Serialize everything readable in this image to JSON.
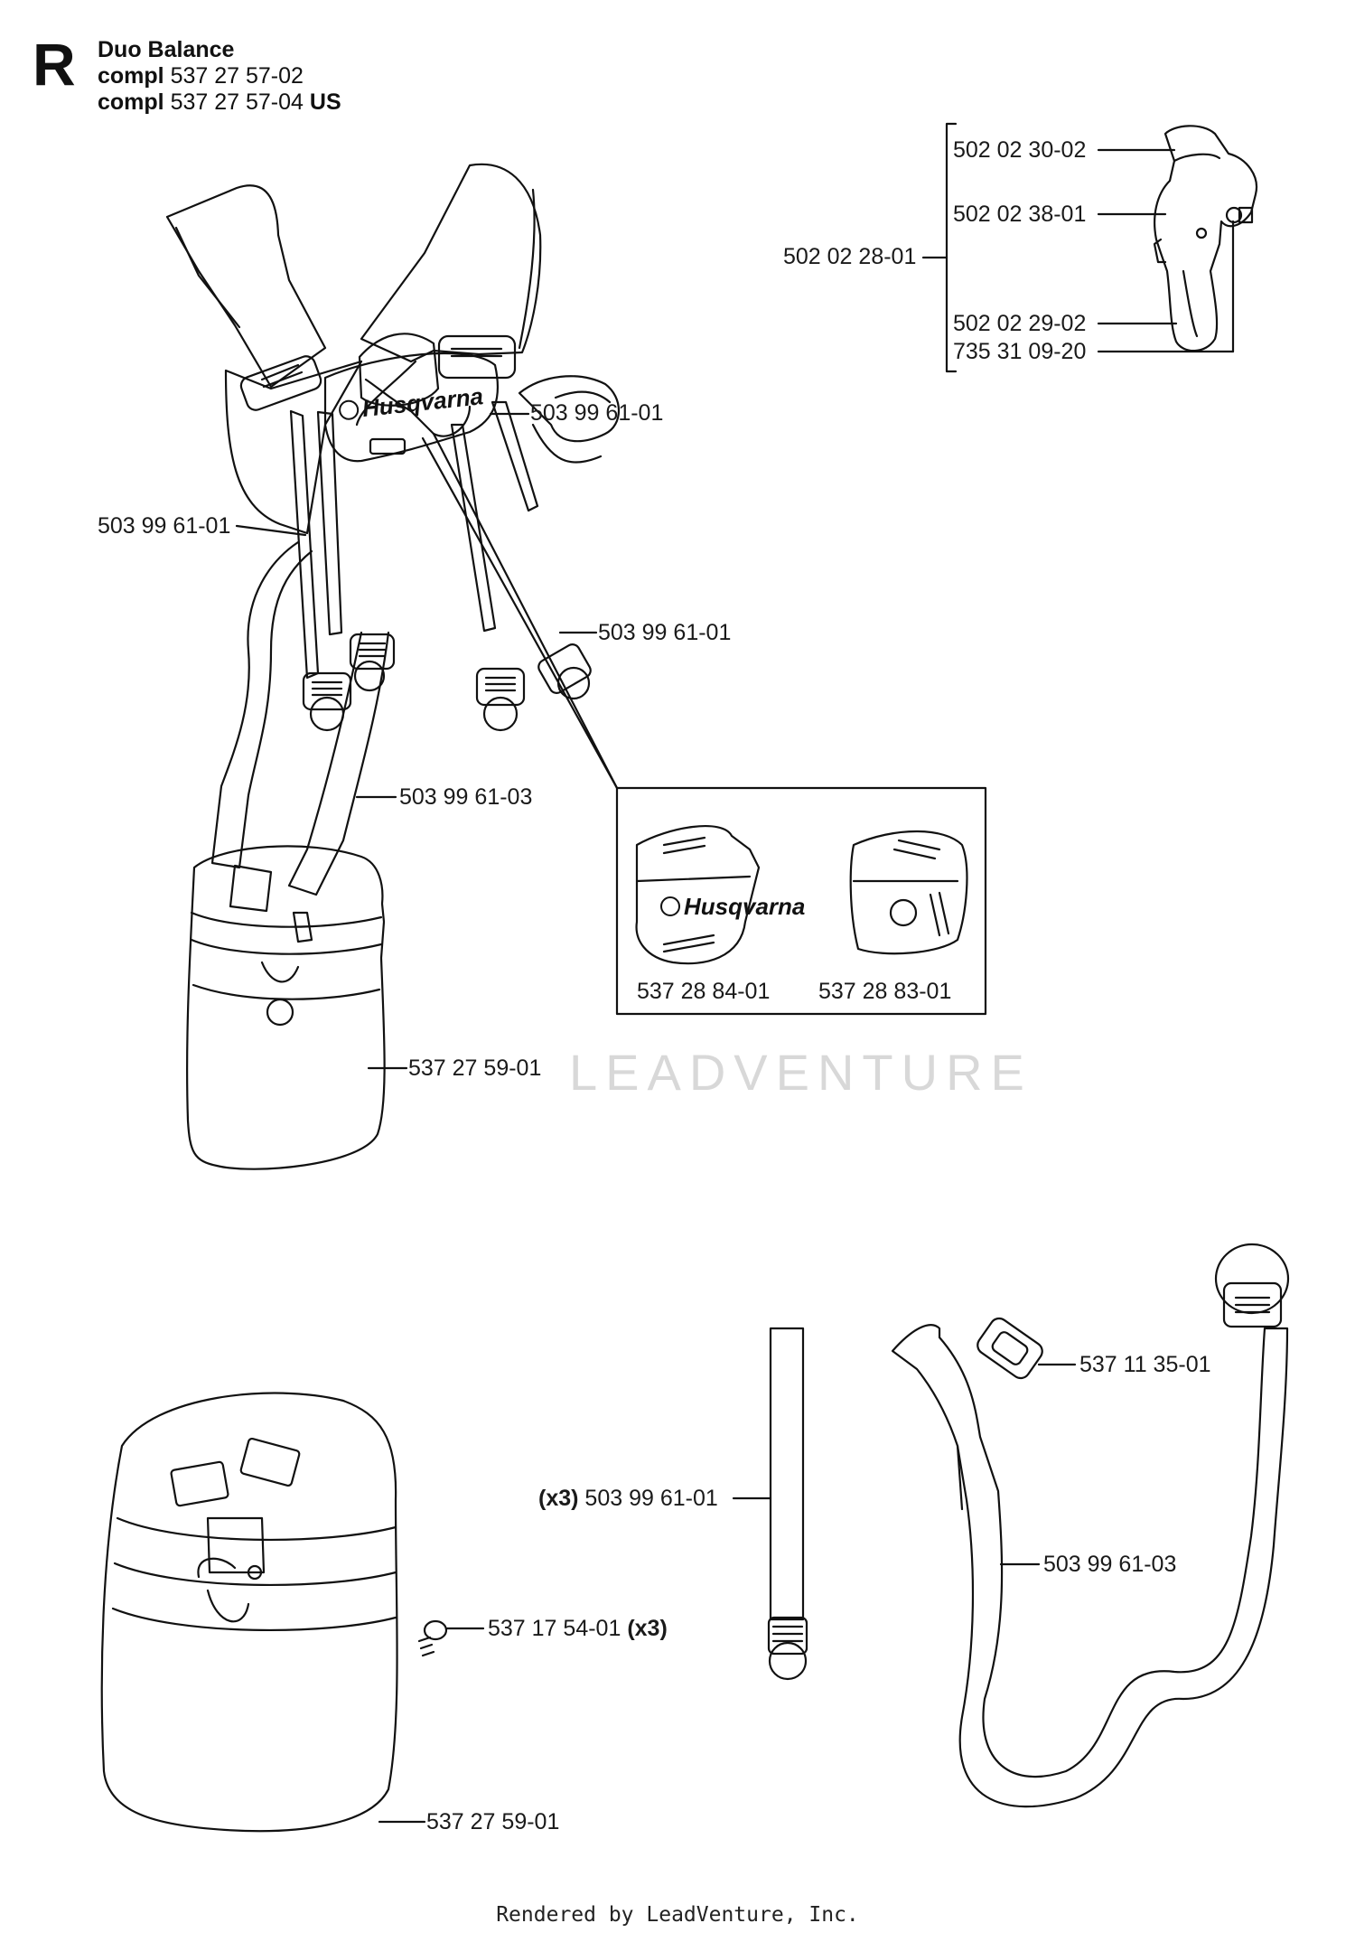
{
  "header": {
    "section_letter": "R",
    "title": "Duo Balance",
    "compl_label": "compl",
    "compl_1": "537 27 57-02",
    "compl_2": "537 27 57-04",
    "compl_2_suffix": "US"
  },
  "callouts": {
    "hook_group": "502 02 28-01",
    "hook_1": "502 02 30-02",
    "hook_2": "502 02 38-01",
    "hook_3": "502 02 29-02",
    "hook_4": "735 31 09-20",
    "strap_top_right": "503 99 61-01",
    "strap_left": "503 99 61-01",
    "strap_right": "503 99 61-01",
    "hip_strap": "503 99 61-03",
    "pad": "537 27 59-01",
    "inset_left": "537 28 84-01",
    "inset_right": "537 28 83-01",
    "buckle": "537 11 35-01",
    "strap_x3_prefix": "(x3)",
    "strap_x3": "503 99 61-01",
    "hip_strap_2": "503 99 61-03",
    "screw": "537 17 54-01",
    "screw_suffix": "(x3)",
    "pad_2": "537 27 59-01"
  },
  "brand": {
    "logo_text": "Husqvarna"
  },
  "watermark": "LEADVENTURE",
  "footer": "Rendered by LeadVenture, Inc."
}
